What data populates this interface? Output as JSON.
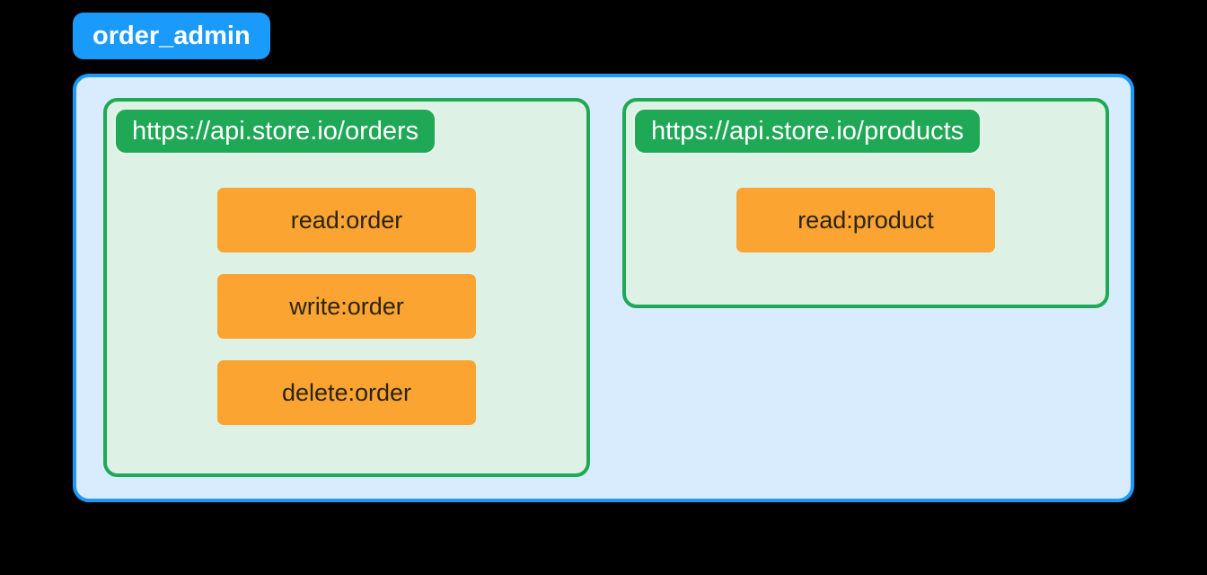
{
  "diagram": {
    "type": "api-authorization-scope-map",
    "colors": {
      "audience_border": "#1a9bfc",
      "audience_fill": "#d9ecfd",
      "resource_border": "#1fa855",
      "resource_fill": "#ddf2e5",
      "scope_fill": "#fba431",
      "scope_text": "#2b2414",
      "badge_text": "#ffffff"
    },
    "title_badge": {
      "label": "order_admin"
    },
    "resources": [
      {
        "id": "orders",
        "header": "https://api.store.io/orders",
        "scopes": [
          {
            "label": "read:order"
          },
          {
            "label": "write:order"
          },
          {
            "label": "delete:order"
          }
        ]
      },
      {
        "id": "products",
        "header": "https://api.store.io/products",
        "scopes": [
          {
            "label": "read:product"
          }
        ]
      }
    ]
  }
}
